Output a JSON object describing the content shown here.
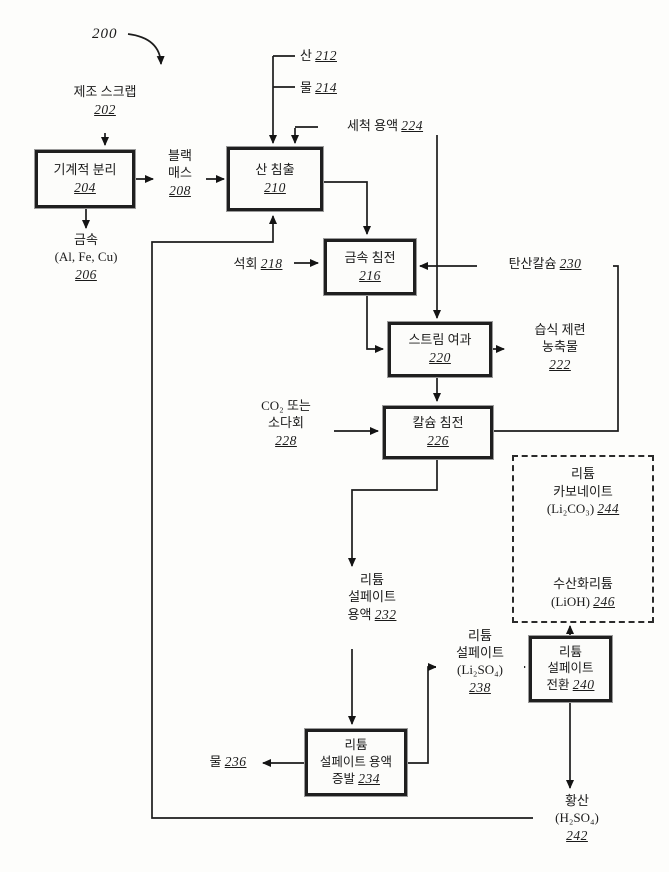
{
  "figure_ref": "200",
  "nodes": {
    "scrap": {
      "label": "제조 스크랩",
      "ref": "202"
    },
    "mech": {
      "label": "기계적 분리",
      "ref": "204"
    },
    "metals": {
      "line1": "금속",
      "line2": "(Al, Fe, Cu)",
      "ref": "206"
    },
    "blackmass": {
      "line1": "블랙",
      "line2": "매스",
      "ref": "208"
    },
    "leach": {
      "label": "산 침출",
      "ref": "210"
    },
    "acid": {
      "label": "산",
      "ref": "212"
    },
    "water": {
      "label": "물",
      "ref": "214"
    },
    "metalprecip": {
      "label": "금속 침전",
      "ref": "216"
    },
    "lime": {
      "label": "석회",
      "ref": "218"
    },
    "filter": {
      "label": "스트림 여과",
      "ref": "220"
    },
    "concentrate": {
      "line1": "습식 제련",
      "line2": "농축물",
      "ref": "222"
    },
    "wash": {
      "label": "세척 용액",
      "ref": "224"
    },
    "caprecip": {
      "label": "칼슘 침전",
      "ref": "226"
    },
    "co2": {
      "line1": "CO₂ 또는",
      "line2": "소다회",
      "ref": "228"
    },
    "caco3": {
      "label": "탄산칼슘",
      "ref": "230"
    },
    "lisol": {
      "line1": "리튬",
      "line2": "설페이트",
      "line3": "용액",
      "ref": "232"
    },
    "evap": {
      "line1": "리튬",
      "line2": "설페이트 용액",
      "line3": "증발",
      "ref": "234"
    },
    "water2": {
      "label": "물",
      "ref": "236"
    },
    "lisulfate": {
      "line1": "리튬",
      "line2": "설페이트",
      "line3": "(Li₂SO₄)",
      "ref": "238"
    },
    "conversion": {
      "line1": "리튬",
      "line2": "설페이트",
      "line3": "전환",
      "ref": "240"
    },
    "h2so4": {
      "line1": "황산",
      "line2": "(H₂SO₄)",
      "ref": "242"
    },
    "li2co3": {
      "line1": "리튬",
      "line2": "카보네이트",
      "line3": "(Li₂CO₃)",
      "ref": "244"
    },
    "lioh": {
      "line1": "수산화리튬",
      "line2": "(LiOH)",
      "ref": "246"
    }
  }
}
